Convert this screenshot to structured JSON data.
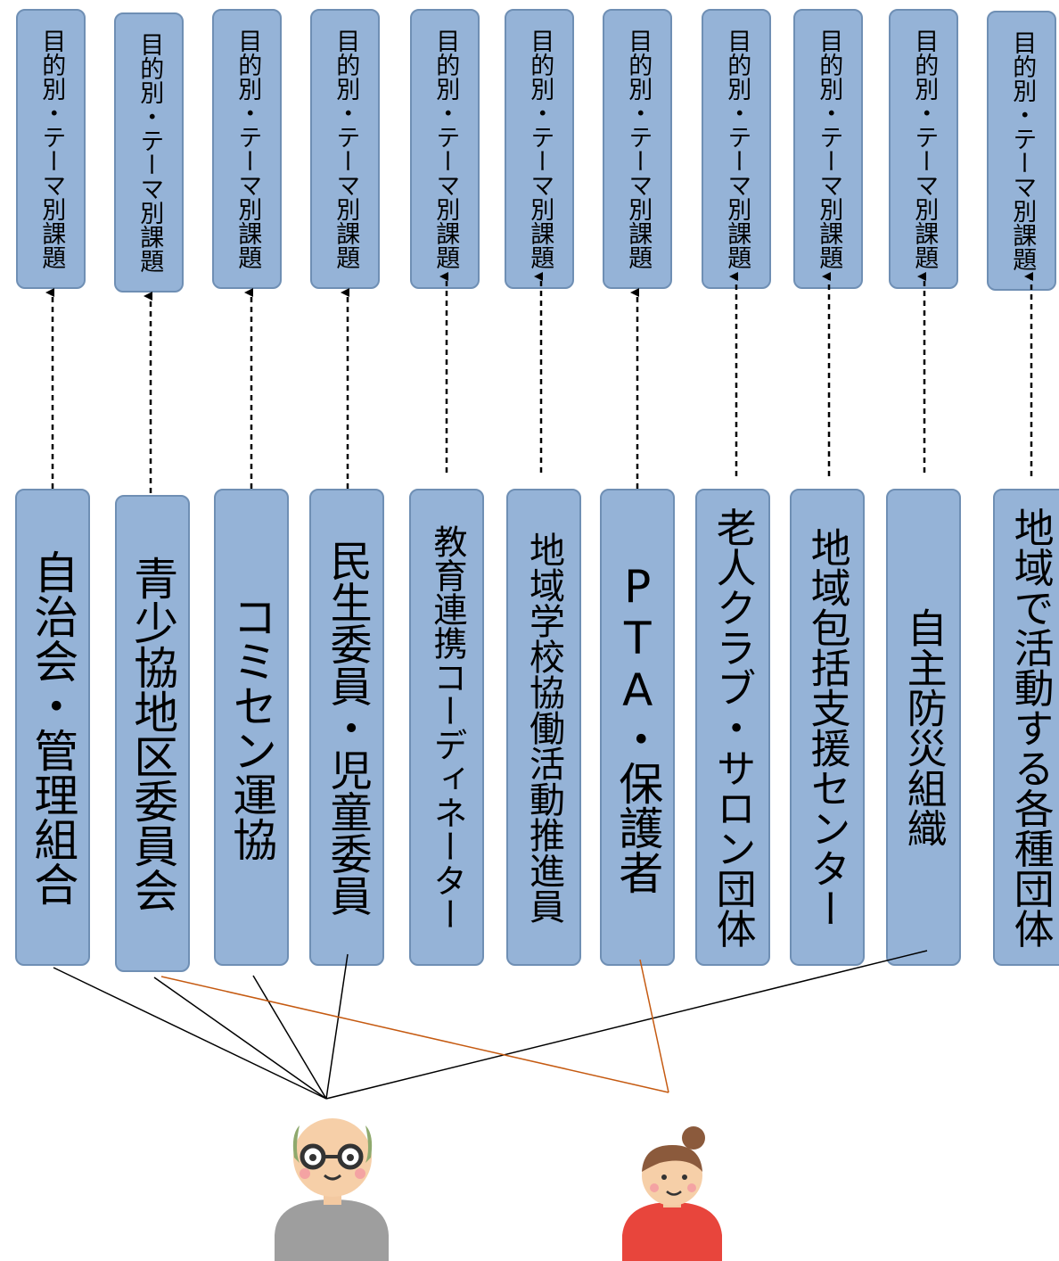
{
  "theme_labels": [
    "目的別・テーマ別課題",
    "目的別・テーマ別課題",
    "目的別・テーマ別課題",
    "目的別・テーマ別課題",
    "目的別・テーマ別課題",
    "目的別・テーマ別課題",
    "目的別・テーマ別課題",
    "目的別・テーマ別課題",
    "目的別・テーマ別課題",
    "目的別・テーマ別課題",
    "目的別・テーマ別課題"
  ],
  "organizations": [
    "自治会・管理組合",
    "青少協地区委員会",
    "コミセン運協",
    "民生委員・児童委員",
    "教育連携コーディネーター",
    "地域学校協働活動推進員",
    "PTA・保護者",
    "老人クラブ・サロン団体",
    "地域包括支援センター",
    "自主防災組織",
    "地域で活動する各種団体"
  ],
  "figures": {
    "elderly_man": "elderly-man-icon",
    "woman": "woman-icon"
  },
  "colors": {
    "box_fill": "#95b3d7",
    "box_border": "#6f8fb4",
    "man_link": "#000000",
    "woman_link": "#c55a11"
  }
}
